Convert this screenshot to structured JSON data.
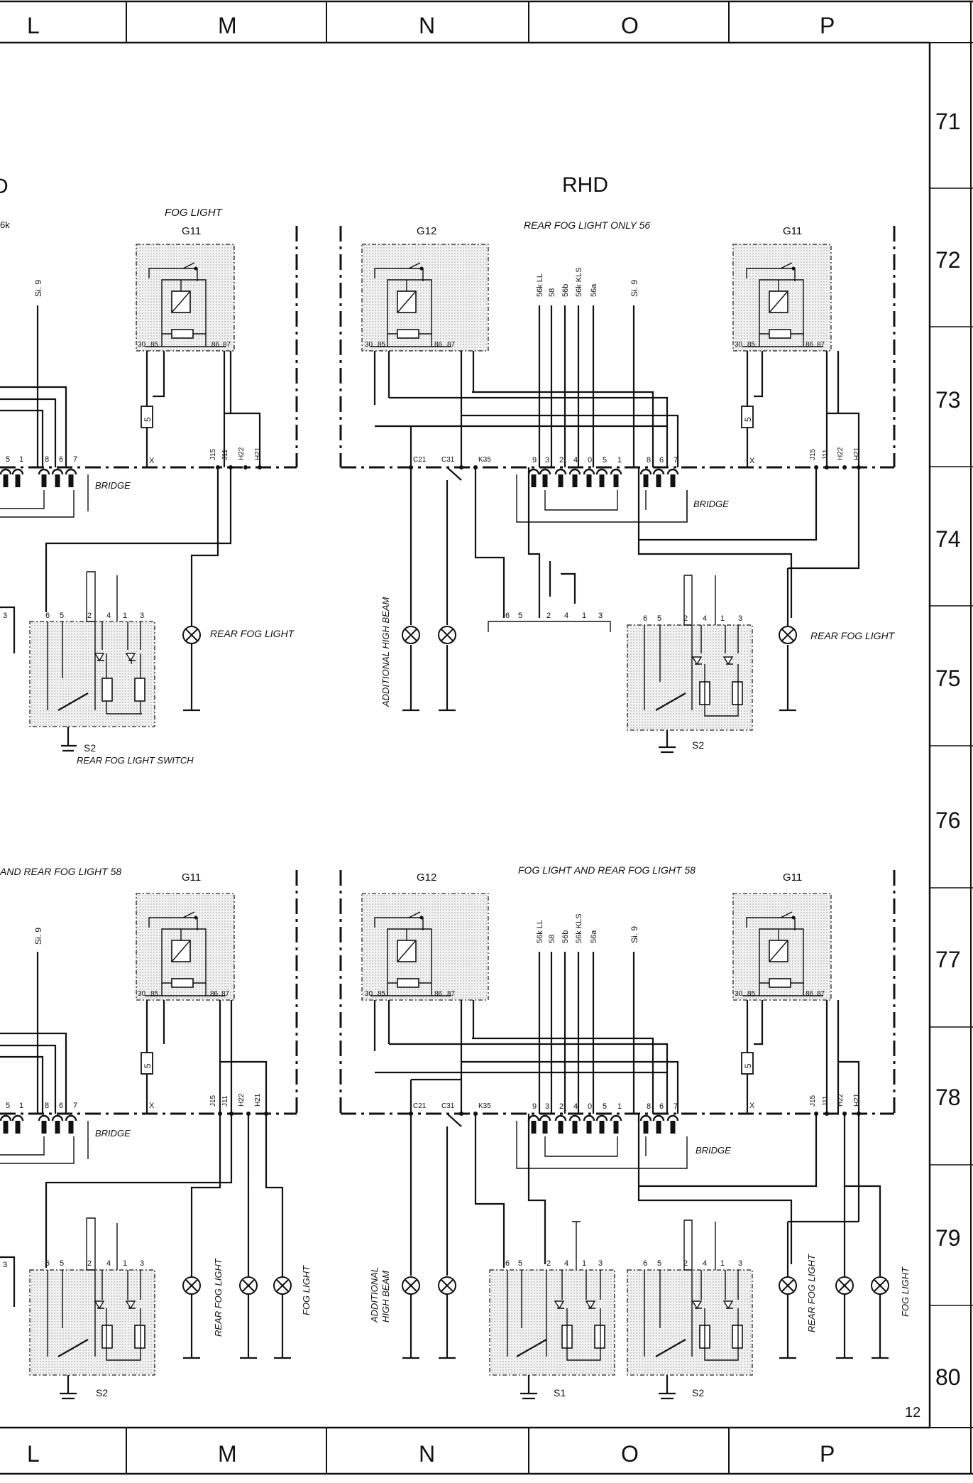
{
  "border": {
    "columns": [
      "L",
      "M",
      "N",
      "O",
      "P"
    ],
    "rows": [
      "71",
      "72",
      "73",
      "74",
      "75",
      "76",
      "77",
      "78",
      "79",
      "80"
    ],
    "page_number": "12"
  },
  "upper_left": {
    "heading_fragment": "D",
    "fog_light_title": "FOG LIGHT",
    "relay": "G11",
    "partial_label": "6k",
    "wire_si9": "Si. 9",
    "relay_pins": [
      "30",
      "85",
      "86",
      "87"
    ],
    "fuse": "5",
    "fuse_x": "X",
    "terminals": [
      "J15",
      "J11",
      "H22",
      "H21"
    ],
    "plug_pins": [
      "5",
      "1",
      "8",
      "6",
      "7"
    ],
    "bridge": "BRIDGE",
    "switch_pins": [
      "3",
      "6",
      "5",
      "2",
      "4",
      "1",
      "3"
    ],
    "lamp_label": "REAR FOG LIGHT",
    "switch_id": "S2",
    "switch_name": "REAR FOG LIGHT SWITCH"
  },
  "upper_right": {
    "heading": "RHD",
    "title": "REAR FOG LIGHT ONLY 56",
    "relay_left": "G12",
    "relay_right": "G11",
    "wires": [
      "56k LL",
      "58",
      "56b",
      "56k KLS",
      "56a"
    ],
    "wire_si9": "Si. 9",
    "relay_pins": [
      "30",
      "85",
      "86",
      "87"
    ],
    "terminals_left": [
      "C21",
      "C31",
      "K35"
    ],
    "plug_pins": [
      "9",
      "3",
      "2",
      "4",
      "0",
      "5",
      "1",
      "8",
      "6",
      "7"
    ],
    "fuse": "5",
    "fuse_x": "X",
    "terminals_right": [
      "J15",
      "J11",
      "H22",
      "H21"
    ],
    "bridge": "BRIDGE",
    "vertical_label": "ADDITIONAL HIGH BEAM",
    "mid_switch_pins": [
      "6",
      "5",
      "2",
      "4",
      "1",
      "3"
    ],
    "switch_pins": [
      "6",
      "5",
      "2",
      "4",
      "1",
      "3"
    ],
    "lamp_label": "REAR FOG LIGHT",
    "switch_id": "S2"
  },
  "lower_left": {
    "title": "AND REAR FOG LIGHT 58",
    "relay": "G11",
    "wire_si9": "Si. 9",
    "relay_pins": [
      "30",
      "85",
      "86",
      "87"
    ],
    "fuse": "5",
    "fuse_x": "X",
    "terminals": [
      "J15",
      "J11",
      "H22",
      "H21"
    ],
    "plug_pins": [
      "5",
      "1",
      "8",
      "6",
      "7"
    ],
    "bridge": "BRIDGE",
    "switch_pins": [
      "3",
      "6",
      "5",
      "2",
      "4",
      "1",
      "3"
    ],
    "lamp_rear": "REAR FOG LIGHT",
    "lamp_fog": "FOG LIGHT",
    "switch_id": "S2"
  },
  "lower_right": {
    "title": "FOG LIGHT AND REAR FOG LIGHT 58",
    "relay_left": "G12",
    "relay_right": "G11",
    "wires": [
      "56k LL",
      "58",
      "56b",
      "56k KLS",
      "56a"
    ],
    "wire_si9": "Si. 9",
    "relay_pins": [
      "30",
      "85",
      "86",
      "87"
    ],
    "terminals_left": [
      "C21",
      "C31",
      "K35"
    ],
    "plug_pins": [
      "9",
      "3",
      "2",
      "4",
      "0",
      "5",
      "1",
      "8",
      "6",
      "7"
    ],
    "fuse": "5",
    "fuse_x": "X",
    "terminals_right": [
      "J15",
      "J11",
      "H22",
      "H21"
    ],
    "bridge": "BRIDGE",
    "vertical_label_1": "ADDITIONAL",
    "vertical_label_2": "HIGH BEAM",
    "s1_pins": [
      "6",
      "5",
      "2",
      "4",
      "1",
      "3"
    ],
    "s2_pins": [
      "6",
      "5",
      "2",
      "4",
      "1",
      "3"
    ],
    "lamp_rear": "REAR FOG LIGHT",
    "lamp_fog": "FOG LIGHT",
    "switch_s1": "S1",
    "switch_s2": "S2"
  }
}
